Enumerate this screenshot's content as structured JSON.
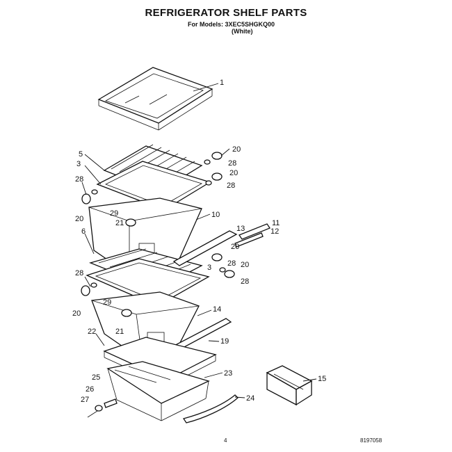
{
  "title": "REFRIGERATOR SHELF PARTS",
  "models_line": "For Models: 3XEC5SHGKQ00",
  "color_line": "(White)",
  "page_number": "4",
  "doc_code": "8197058",
  "callouts": [
    "1",
    "20",
    "5",
    "28",
    "3",
    "20",
    "28",
    "28",
    "10",
    "20",
    "29",
    "11",
    "21",
    "13",
    "12",
    "6",
    "20",
    "3",
    "28",
    "20",
    "28",
    "28",
    "29",
    "14",
    "20",
    "21",
    "22",
    "19",
    "23",
    "15",
    "25",
    "26",
    "24",
    "27"
  ]
}
